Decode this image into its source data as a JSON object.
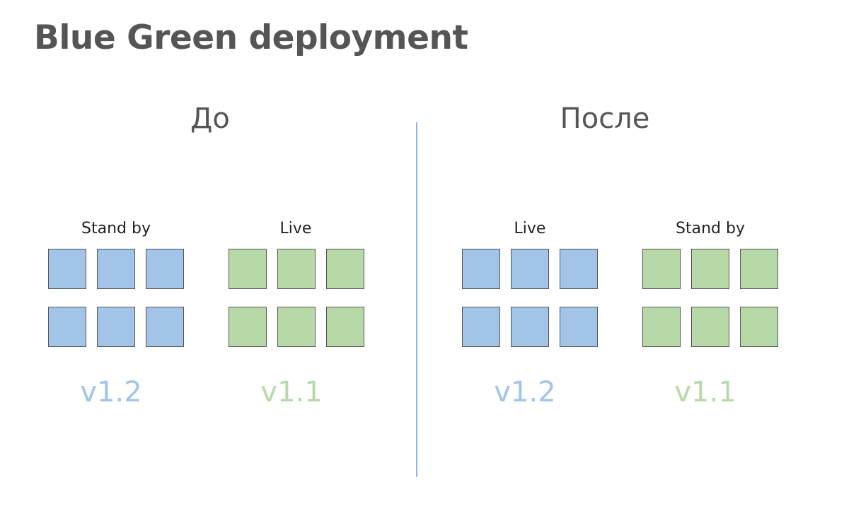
{
  "title": "Blue Green deployment",
  "colors": {
    "blue": "#a1c4e8",
    "green": "#b7d9a8",
    "blue_text": "#a1c4e8",
    "green_text": "#b7d9a8"
  },
  "before": {
    "heading": "До",
    "groups": [
      {
        "label": "Stand by",
        "version": "v1.2",
        "color": "blue"
      },
      {
        "label": "Live",
        "version": "v1.1",
        "color": "green"
      }
    ]
  },
  "after": {
    "heading": "После",
    "groups": [
      {
        "label": "Live",
        "version": "v1.2",
        "color": "blue"
      },
      {
        "label": "Stand by",
        "version": "v1.1",
        "color": "green"
      }
    ]
  }
}
